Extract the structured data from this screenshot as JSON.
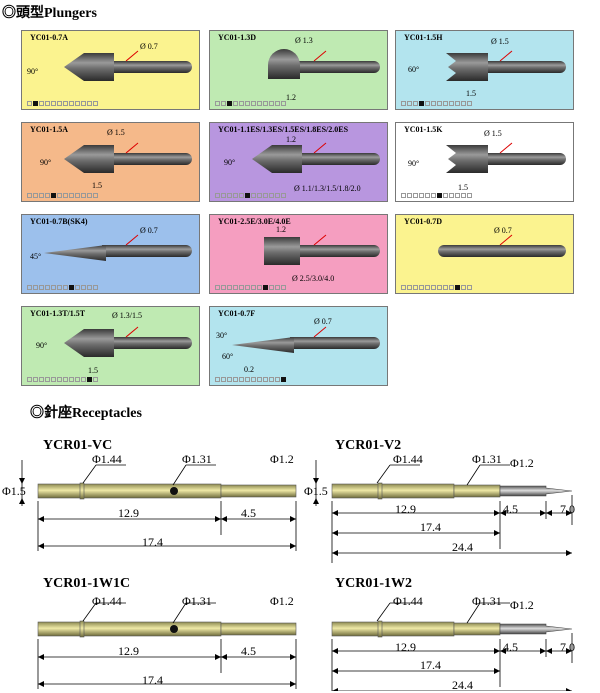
{
  "plungers_title": "◎頭型Plungers",
  "receptacles_title": "◎針座Receptacles",
  "plungers": [
    {
      "code": "YC01-0.7A",
      "bg": "#fbf38f",
      "labels": [
        "Ø 0.7",
        "90°"
      ],
      "active_box": 1
    },
    {
      "code": "YC01-1.3D",
      "bg": "#bfeab2",
      "labels": [
        "Ø 1.3",
        "1.2"
      ],
      "active_box": 2
    },
    {
      "code": "YC01-1.5H",
      "bg": "#b3e4ee",
      "labels": [
        "Ø 1.5",
        "60°",
        "1.5"
      ],
      "active_box": 3
    },
    {
      "code": "YC01-1.5A",
      "bg": "#f5b98a",
      "labels": [
        "Ø 1.5",
        "90°",
        "1.5"
      ],
      "active_box": 4
    },
    {
      "code": "YC01-1.1ES/1.3ES/1.5ES/1.8ES/2.0ES",
      "bg": "#b896df",
      "labels": [
        "1.2",
        "90°",
        "Ø 1.1/1.3/1.5/1.8/2.0"
      ],
      "active_box": 5
    },
    {
      "code": "YC01-1.5K",
      "bg": "#ffffff",
      "labels": [
        "Ø 1.5",
        "90°",
        "1.5"
      ],
      "active_box": 6
    },
    {
      "code": "YC01-0.7B(SK4)",
      "bg": "#9cc0ec",
      "labels": [
        "Ø 0.7",
        "45°"
      ],
      "active_box": 7
    },
    {
      "code": "YC01-2.5E/3.0E/4.0E",
      "bg": "#f59ec0",
      "labels": [
        "1.2",
        "Ø 2.5/3.0/4.0"
      ],
      "active_box": 8
    },
    {
      "code": "YC01-0.7D",
      "bg": "#fbf38f",
      "labels": [
        "Ø 0.7"
      ],
      "active_box": 9
    },
    {
      "code": "YC01-1.3T/1.5T",
      "bg": "#bfeab2",
      "labels": [
        "Ø 1.3/1.5",
        "90°",
        "1.5"
      ],
      "active_box": 10
    },
    {
      "code": "YC01-0.7F",
      "bg": "#b3e4ee",
      "labels": [
        "Ø 0.7",
        "30°",
        "60°",
        "0.2"
      ],
      "active_box": 11
    }
  ],
  "receptacles": [
    {
      "name": "YCR01-VC",
      "d1": "Φ1.44",
      "d2": "Φ1.31",
      "d3": "Φ1.2",
      "body_dia": "Φ1.5",
      "dims": [
        "12.9",
        "4.5",
        "17.4"
      ]
    },
    {
      "name": "YCR01-V2",
      "d1": "Φ1.44",
      "d2": "Φ1.31",
      "d3": "Φ1.2",
      "body_dia": "Φ1.5",
      "dims": [
        "12.9",
        "4.5",
        "7.0",
        "17.4",
        "24.4"
      ]
    },
    {
      "name": "YCR01-1W1C",
      "d1": "Φ1.44",
      "d2": "Φ1.31",
      "d3": "Φ1.2",
      "dims": [
        "12.9",
        "4.5",
        "17.4"
      ]
    },
    {
      "name": "YCR01-1W2",
      "d1": "Φ1.44",
      "d2": "Φ1.31",
      "d3": "Φ1.2",
      "dims": [
        "12.9",
        "4.5",
        "7.0",
        "17.4",
        "24.4"
      ]
    }
  ]
}
